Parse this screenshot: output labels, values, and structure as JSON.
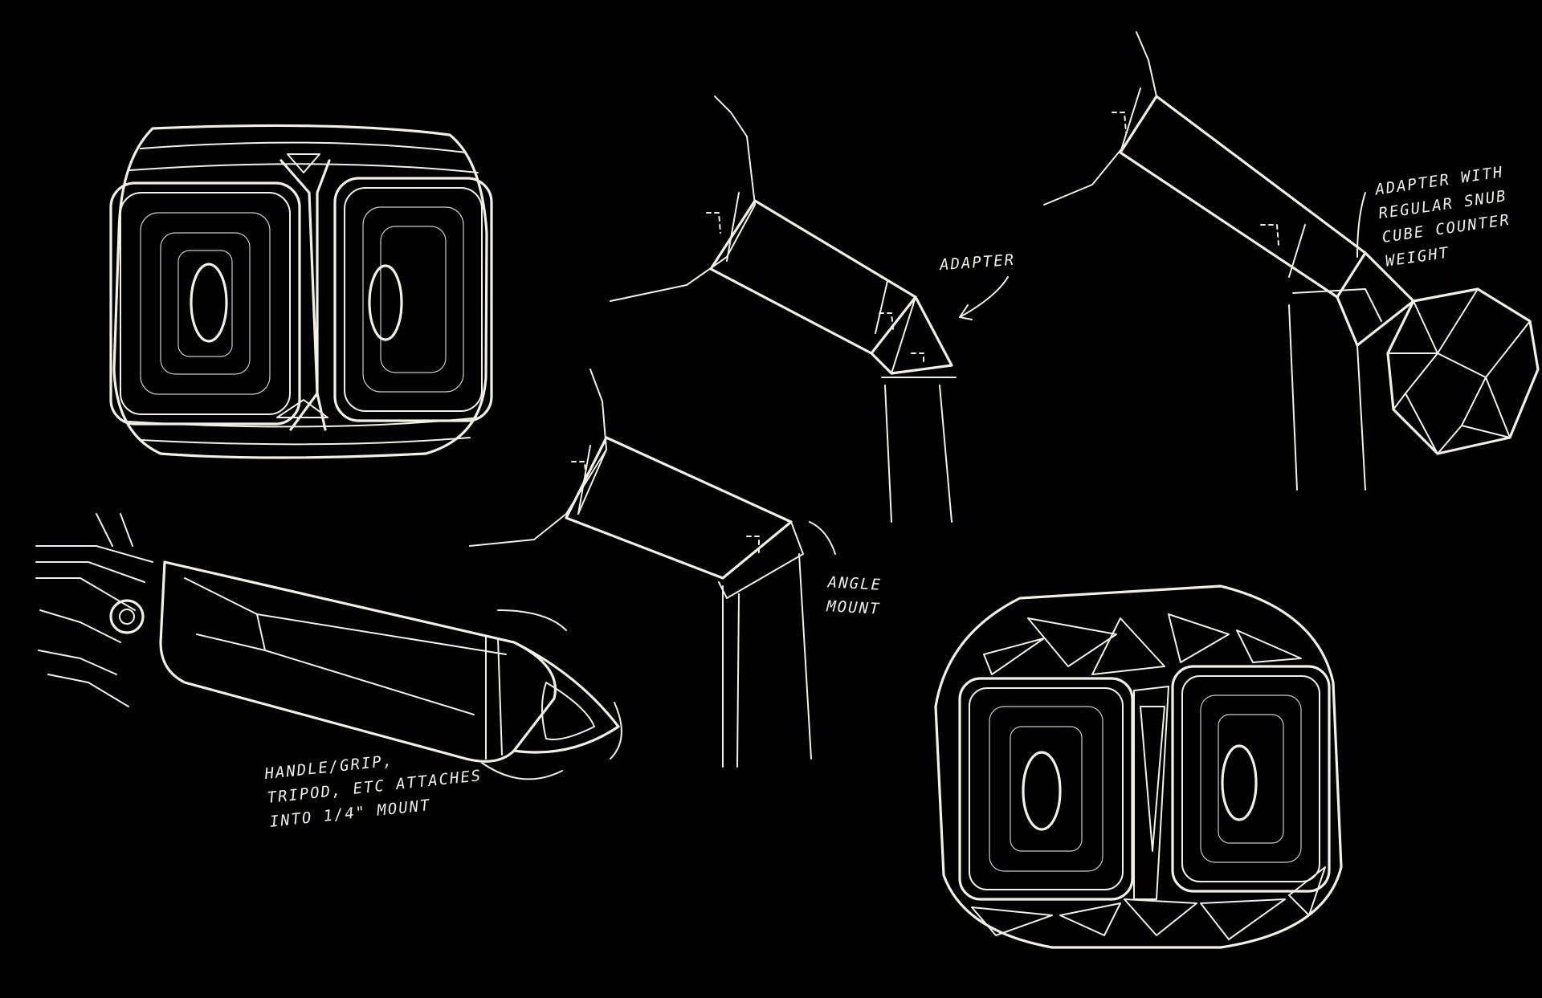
{
  "annotations": {
    "adapter": [
      "ADAPTER"
    ],
    "adapter_with_weight": [
      "ADAPTER WITH",
      "REGULAR SNUB",
      "CUBE COUNTER",
      "WEIGHT"
    ],
    "angle_mount": [
      "ANGLE",
      "MOUNT"
    ],
    "handle_mount": [
      "HANDLE/GRIP,",
      "TRIPOD, ETC ATTACHES",
      "INTO 1/4\" MOUNT"
    ]
  },
  "colors": {
    "background": "#000000",
    "ink": "#f2efe6"
  }
}
